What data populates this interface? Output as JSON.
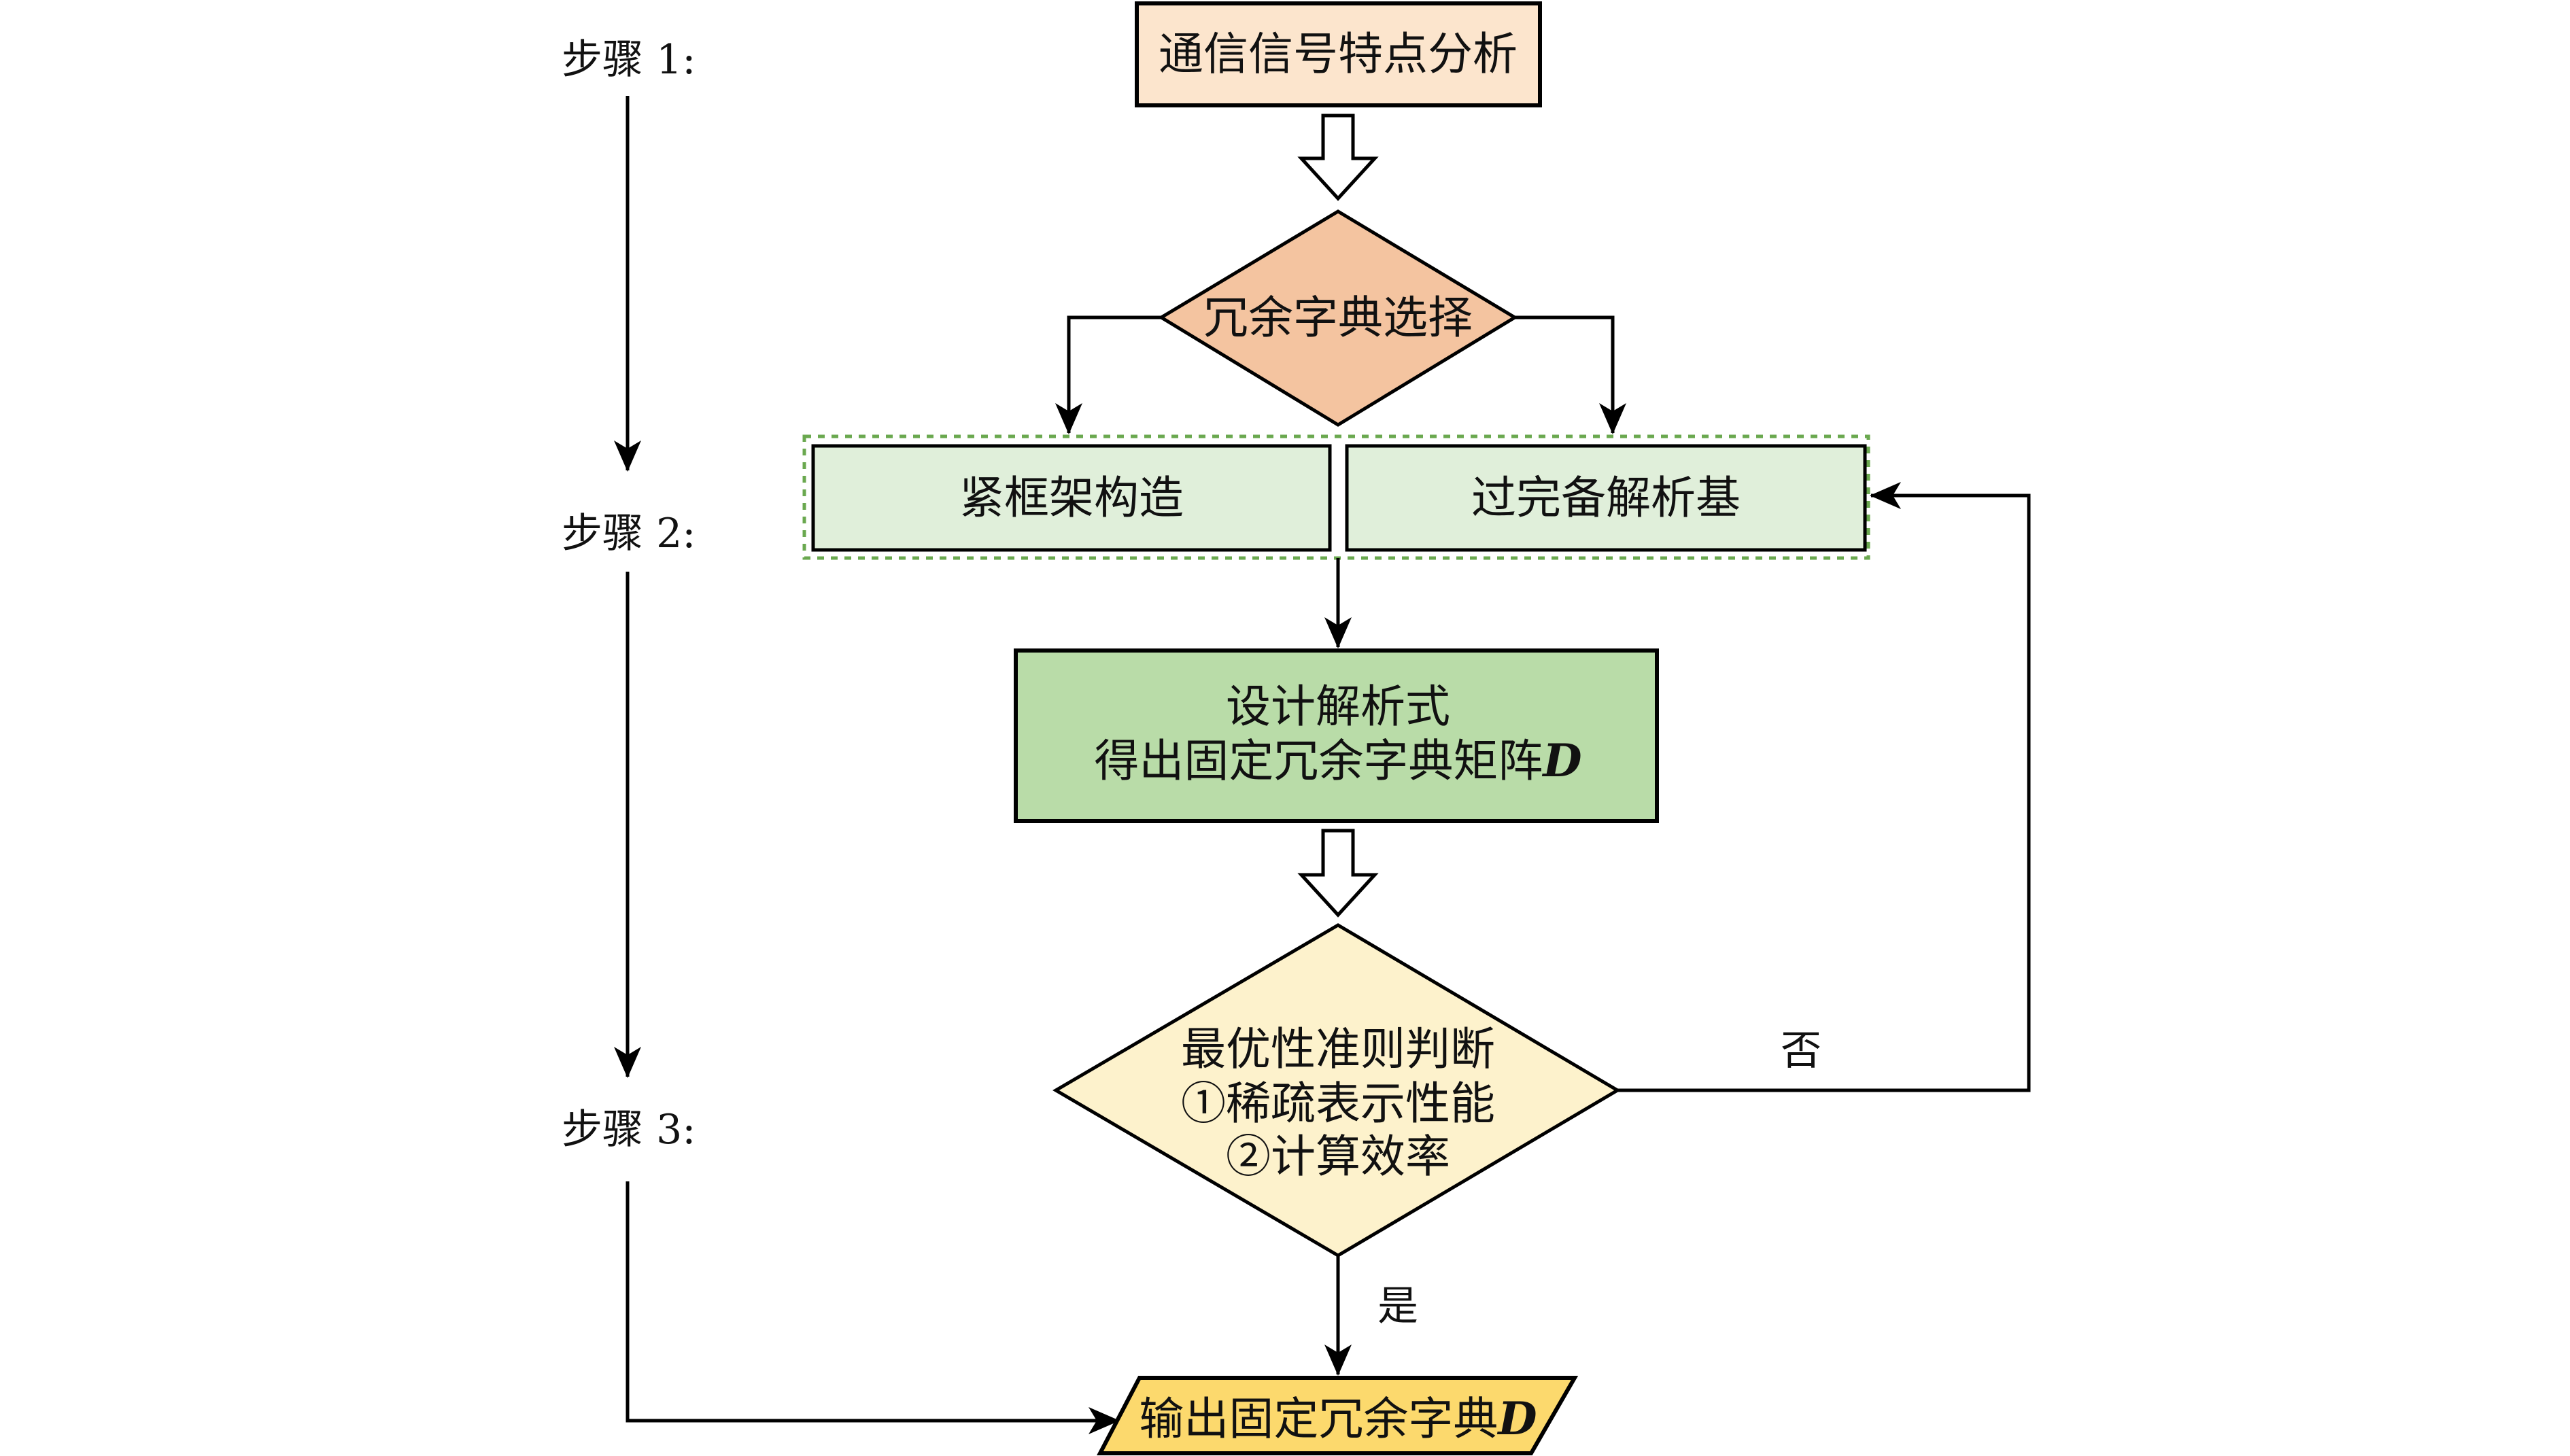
{
  "steps": {
    "step1": "步骤 1:",
    "step2": "步骤 2:",
    "step3": "步骤 3:"
  },
  "nodes": {
    "analysis": "通信信号特点分析",
    "select_decision": "冗余字典选择",
    "tight_frame": "紧框架构造",
    "overcomplete_basis": "过完备解析基",
    "design_line1": "设计解析式",
    "design_line2": "得出固定冗余字典矩阵",
    "design_symbol": "D",
    "criterion_line1": "最优性准则判断",
    "criterion_line2": "①稀疏表示性能",
    "criterion_line3": "②计算效率",
    "output_text": "输出固定冗余字典",
    "output_symbol": "D"
  },
  "edges": {
    "no_label": "否",
    "yes_label": "是"
  },
  "colors": {
    "analysis_fill": "#fce5cd",
    "select_fill": "#f4c4a0",
    "option_fill": "#e0efda",
    "option_group_border": "#6aa84f",
    "design_fill": "#b9dca8",
    "criterion_fill": "#fdf2cc",
    "output_fill": "#fcd96d"
  }
}
